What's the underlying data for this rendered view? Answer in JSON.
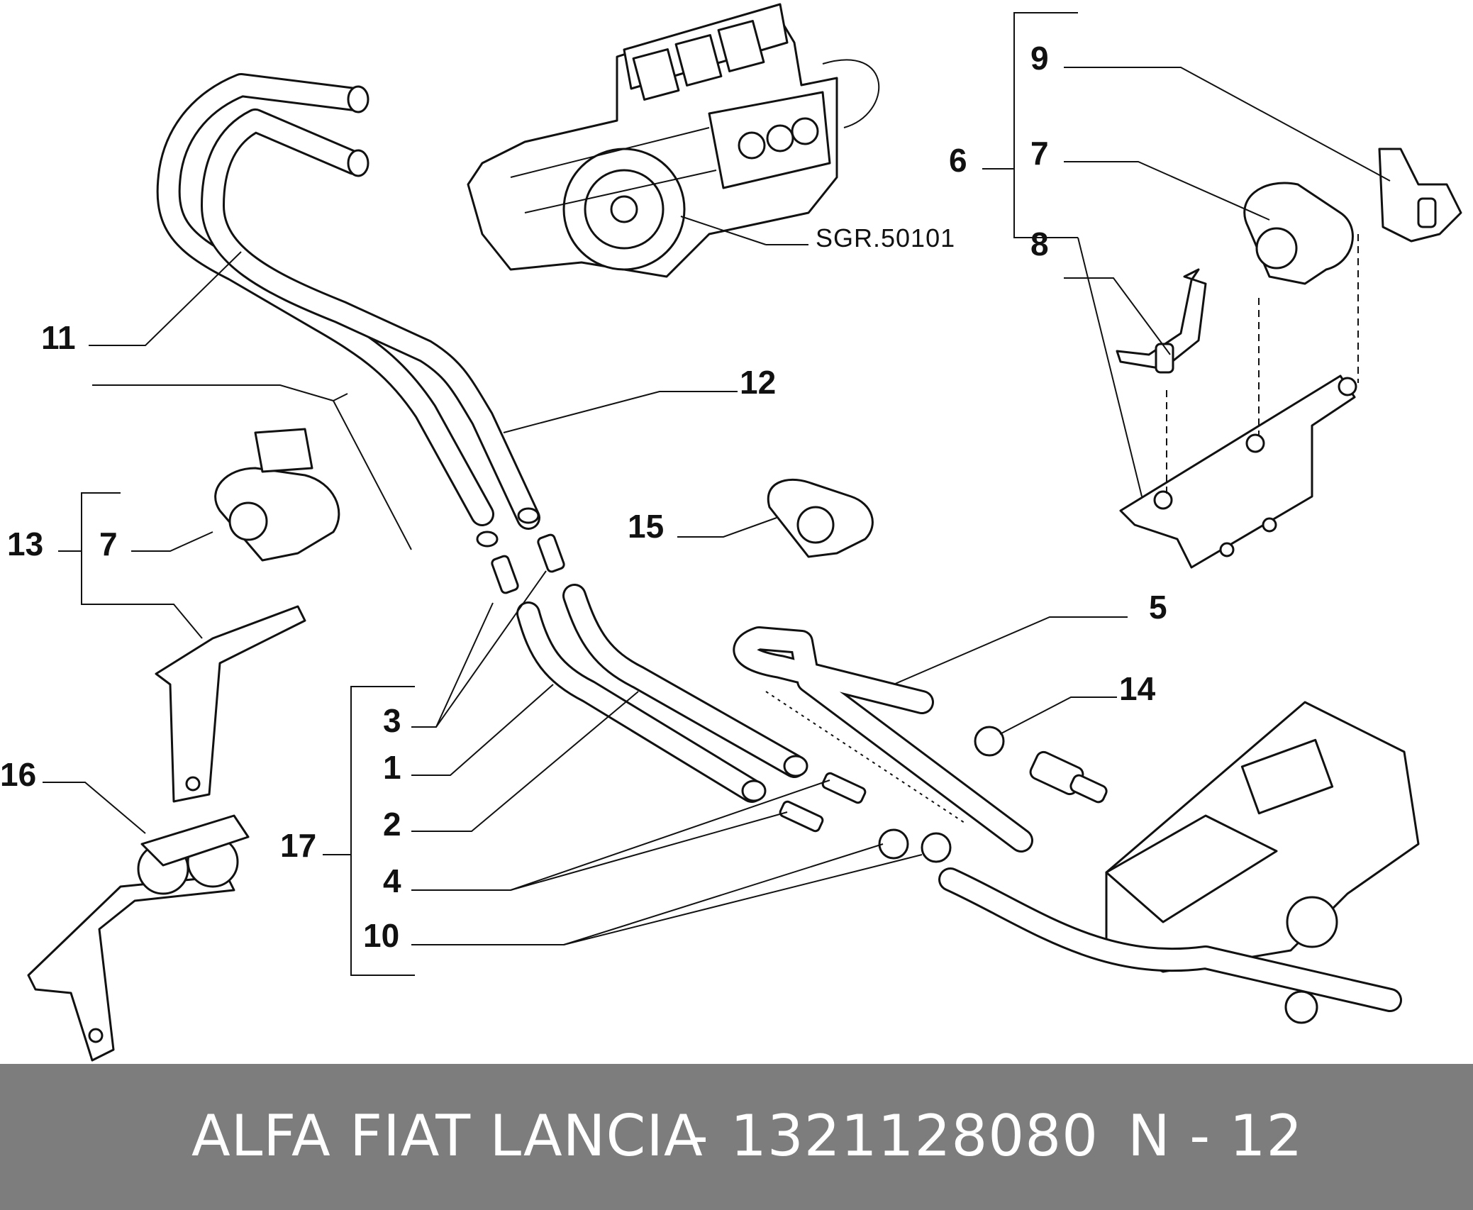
{
  "diagram": {
    "reference_label": "SGR.50101",
    "callouts": [
      "1",
      "2",
      "3",
      "4",
      "5",
      "6",
      "7",
      "7",
      "8",
      "9",
      "10",
      "11",
      "12",
      "13",
      "14",
      "15",
      "16",
      "17"
    ],
    "highlight_color": "#e05a5a"
  },
  "footer": {
    "brand": "ALFA FIAT LANCIA",
    "separator": "-",
    "part_number": "1321128080",
    "diagram_ref": "N - 12",
    "background": "#7d7d7d"
  }
}
